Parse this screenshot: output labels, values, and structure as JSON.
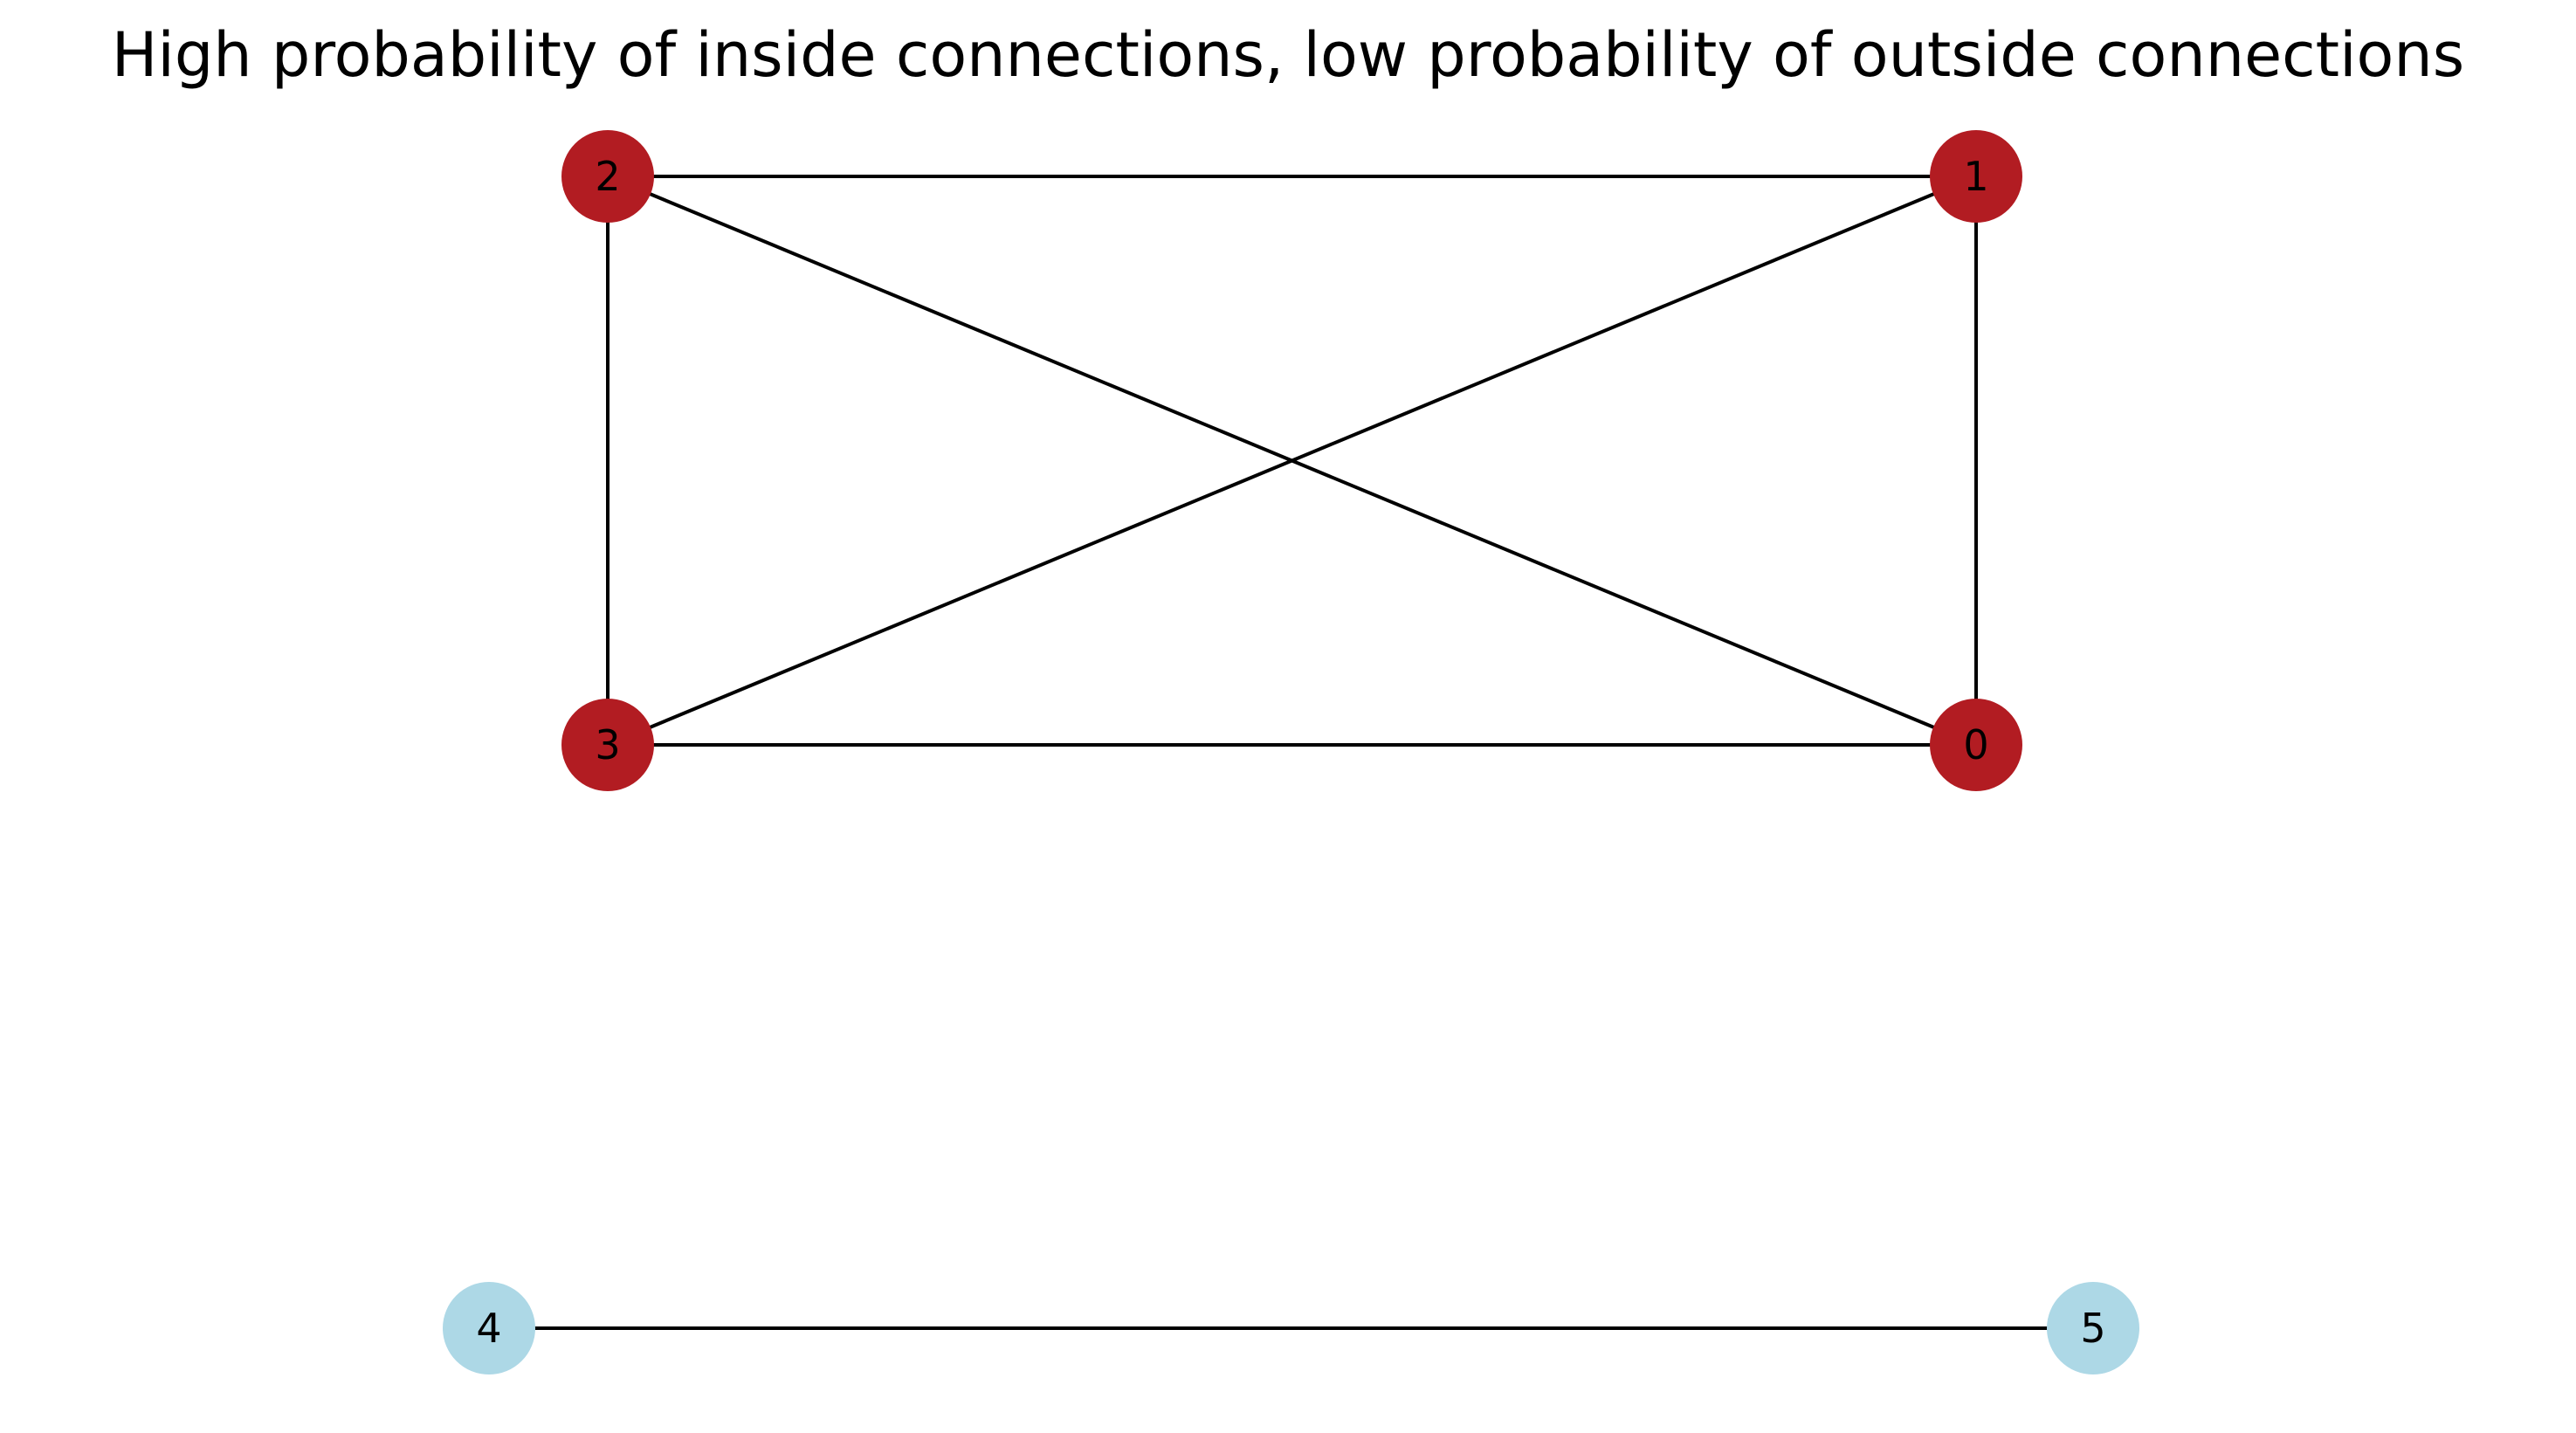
{
  "title": "High probability of inside connections, low probability of outside connections",
  "graph": {
    "nodes": [
      {
        "id": "0",
        "label": "0",
        "group": "red"
      },
      {
        "id": "1",
        "label": "1",
        "group": "red"
      },
      {
        "id": "2",
        "label": "2",
        "group": "red"
      },
      {
        "id": "3",
        "label": "3",
        "group": "red"
      },
      {
        "id": "4",
        "label": "4",
        "group": "blue"
      },
      {
        "id": "5",
        "label": "5",
        "group": "blue"
      }
    ],
    "edges": [
      [
        "2",
        "1"
      ],
      [
        "2",
        "3"
      ],
      [
        "2",
        "0"
      ],
      [
        "1",
        "3"
      ],
      [
        "1",
        "0"
      ],
      [
        "3",
        "0"
      ],
      [
        "4",
        "5"
      ]
    ],
    "colors": {
      "red": "#b21c22",
      "blue": "#add8e6",
      "edge": "#000000"
    }
  }
}
